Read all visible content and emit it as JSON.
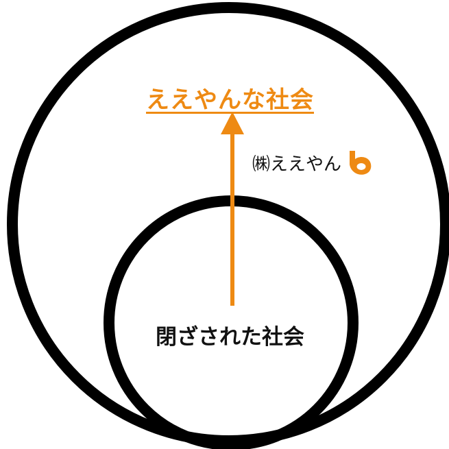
{
  "labels": {
    "outer_society": "ええやんな社会",
    "company": "㈱ええやん",
    "inner_society": "閉ざされた社会"
  },
  "colors": {
    "accent": "#EE8A13",
    "stroke": "#000000",
    "text": "#111111"
  },
  "icons": {
    "logo": "b-mark-logo-icon",
    "arrow": "arrow-up-icon"
  }
}
